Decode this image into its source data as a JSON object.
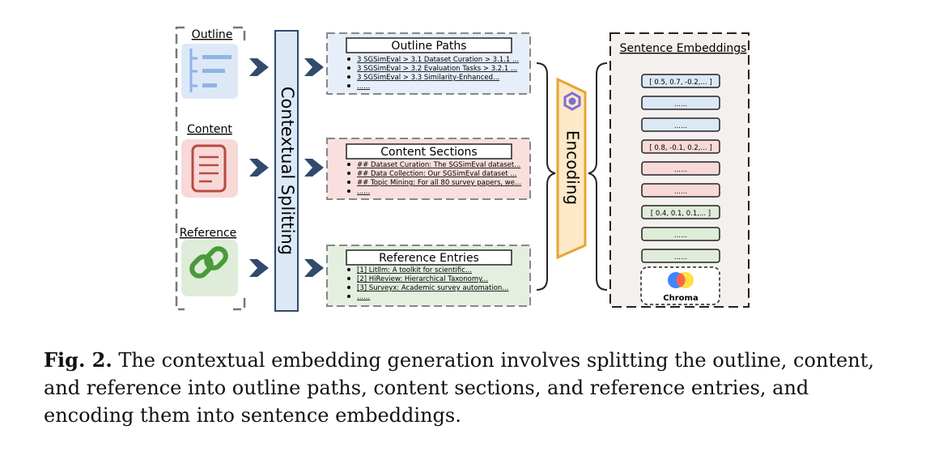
{
  "inputs": {
    "outline_label": "Outline",
    "content_label": "Content",
    "reference_label": "Reference"
  },
  "splitting_label": "Contextual Splitting",
  "outline_paths": {
    "title": "Outline Paths",
    "items": [
      "3 SGSimEval > 3.1 Dataset Curation > 3.1.1 ...",
      "3 SGSimEval > 3.2 Evaluation Tasks > 3.2.1 ...",
      "3 SGSimEval > 3.3 Similarity-Enhanced...",
      "......"
    ]
  },
  "content_sections": {
    "title": "Content Sections",
    "items": [
      "## Dataset Curation: The SGSimEval dataset...",
      "## Data Collection: Our SGSimEval dataset ...",
      "## Topic Mining: For all 80 survey papers, we...",
      "......"
    ]
  },
  "reference_entries": {
    "title": "Reference Entries",
    "items": [
      "[1] Litllm: A toolkit for scientific...",
      "[2] HiReview: Hierarchical Taxonomy...",
      "[3] Surveyx: Academic survey automation...",
      "......"
    ]
  },
  "encoding_label": "Encoding",
  "embeddings": {
    "title": "Sentence Embeddings",
    "rows": [
      "[ 0.5, 0.7, -0.2,... ]",
      "......",
      "......",
      "[ 0.8, -0.1, 0.2,... ]",
      "......",
      "......",
      "[ 0.4, 0.1, 0.1,... ]",
      "......",
      "......"
    ],
    "db_label": "Chroma"
  },
  "caption": {
    "label": "Fig. 2.",
    "text": "The contextual embedding generation involves splitting the outline, content, and reference into outline paths, content sections, and reference entries, and encoding them into sentence embeddings."
  },
  "colors": {
    "blue_fill": "#dde8f7",
    "red_fill": "#f7d9d7",
    "green_fill": "#deecd9",
    "orange": "#e8a531",
    "orange_fill": "#fde8c8",
    "arrow": "#314a6e"
  }
}
